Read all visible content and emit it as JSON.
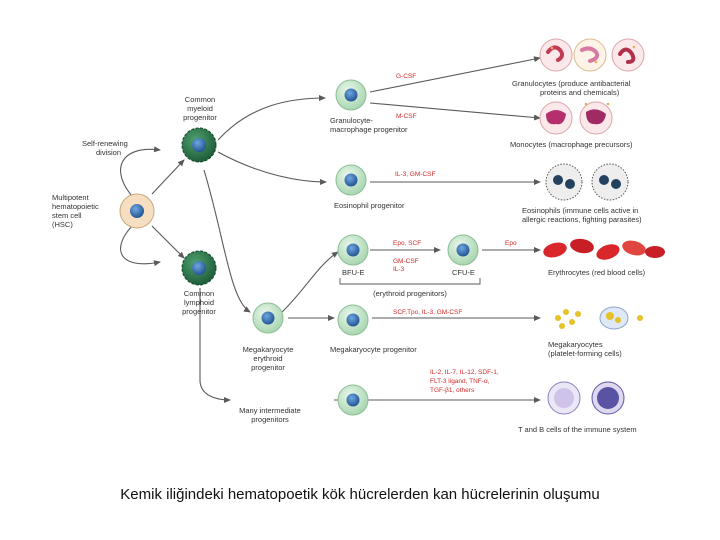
{
  "caption": "Kemik iliğindeki hematopoetik kök hücrelerden kan hücrelerinin oluşumu",
  "colors": {
    "arrow": "#5a5a5a",
    "factor_text": "#d22a2a",
    "progenitor_fill": "#cfe9d2",
    "myeloid_fill": "#2e7d4f",
    "hsc_fill": "#f5dfc0",
    "nucleus": "#2f6fb3"
  },
  "stem": {
    "hsc": [
      "Multipotent",
      "hematopoietic",
      "stem cell",
      "(HSC)"
    ],
    "self_renewing": [
      "Self-renewing",
      "division"
    ]
  },
  "progenitors": {
    "myeloid": [
      "Common",
      "myeloid",
      "progenitor"
    ],
    "lymphoid": [
      "Common",
      "lymphoid",
      "progenitor"
    ],
    "gm": [
      "Granulocyte-",
      "macrophage progenitor"
    ],
    "eosinophil": "Eosinophil progenitor",
    "mep": [
      "Megakaryocyte",
      "erythroid",
      "progenitor"
    ],
    "bfu": "BFU-E",
    "cfu": "CFU-E",
    "erythroid_group": "(erythroid progenitors)",
    "megakaryocyte": "Megakaryocyte progenitor",
    "intermediate": [
      "Many intermediate",
      "progenitors"
    ]
  },
  "factors": {
    "g_csf": "G-CSF",
    "m_csf": "M-CSF",
    "il3_gm": "IL-3, GM-CSF",
    "epo_scf": "Epo, SCF",
    "gm_il3": [
      "GM-CSF",
      "IL-3"
    ],
    "epo": "Epo",
    "scf_tpo": "SCF,Tpo, IL-3, GM-CSF",
    "lymph": [
      "IL-2, IL-7, IL-12, SDF-1,",
      "FLT-3 ligand, TNF-α,",
      "TGF-β1, others"
    ]
  },
  "mature": {
    "granulocytes": [
      "Granulocytes (produce antibacterial",
      "proteins and chemicals)"
    ],
    "monocytes": "Monocytes (macrophage precursors)",
    "eosinophils": [
      "Eosinophils (immune cells active in",
      "allergic reactions, fighting parasites)"
    ],
    "erythrocytes": "Erythrocytes (red blood cells)",
    "megakaryocytes": [
      "Megakaryocytes",
      "(platelet-forming cells)"
    ],
    "lymphocytes": "T and B cells of the immune system"
  }
}
